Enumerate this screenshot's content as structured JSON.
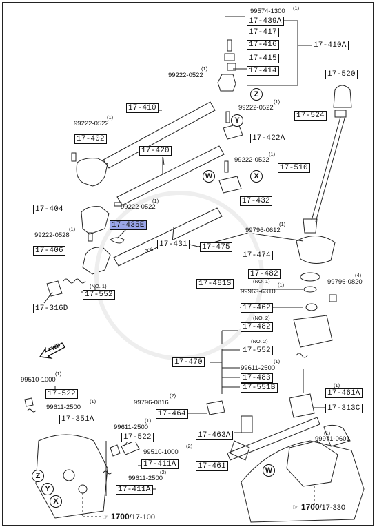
{
  "parts": {
    "p_17_439A": "17-439A",
    "p_17_417": "17-417",
    "p_17_416": "17-416",
    "p_17_415": "17-415",
    "p_17_414": "17-414",
    "p_17_410A": "17-410A",
    "p_17_520": "17-520",
    "p_17_410": "17-410",
    "p_17_524": "17-524",
    "p_17_402": "17-402",
    "p_17_422A": "17-422A",
    "p_17_420": "17-420",
    "p_17_510": "17-510",
    "p_17_432": "17-432",
    "p_17_404": "17-404",
    "p_17_435E": "17-435E",
    "p_17_431": "17-431",
    "p_17_406": "17-406",
    "p_17_475": "17-475",
    "p_17_474": "17-474",
    "p_17_482a": "17-482",
    "p_17_481S": "17-481S",
    "p_17_552a": "17-552",
    "p_17_316D": "17-316D",
    "p_17_462": "17-462",
    "p_17_482b": "17-482",
    "p_17_552b": "17-552",
    "p_17_470": "17-470",
    "p_17_483": "17-483",
    "p_17_551B": "17-551B",
    "p_17_522a": "17-522",
    "p_17_461A": "17-461A",
    "p_17_351A": "17-351A",
    "p_17_464": "17-464",
    "p_17_313C": "17-313C",
    "p_17_522b": "17-522",
    "p_17_463A": "17-463A",
    "p_17_411Aa": "17-411A",
    "p_17_461": "17-461",
    "p_17_411Ab": "17-411A"
  },
  "numbers": {
    "n_99574": "99574-1300",
    "n_99222_top": "99222-0522",
    "n_99222_mid": "99222-0522",
    "n_99222_left": "99222-0522",
    "n_99222_right": "99222-0522",
    "n_99222_fork": "99222-0522",
    "n_99222_0528": "99222-0528",
    "n_99796_0612": "99796-0612",
    "n_99963": "99963-6310",
    "n_99796_0820": "99796-0820",
    "n_99611_a": "99611-2500",
    "n_99510_a": "99510-1000",
    "n_99611_b": "99611-2500",
    "n_99796_0816": "99796-0816",
    "n_99611_c": "99611-2500",
    "n_99510_b": "99510-1000",
    "n_99971": "99971-0601",
    "n_99611_d": "99611-2500"
  },
  "quantities": {
    "q1": "(1)",
    "q2": "(1)",
    "q3": "(1)",
    "q4": "(1)",
    "q5": "(1)",
    "q6": "(1)",
    "q7": "(1)",
    "q8": "(1)",
    "q9": "(1)",
    "q10": "(4)",
    "q11": "(1)",
    "q12": "(1)",
    "q13": "(1)",
    "q14": "(2)",
    "q15": "(1)",
    "q16": "(2)",
    "q17": "(1)",
    "q18": "(1)",
    "q19": "(2)"
  },
  "notes": {
    "no1_a": "(NO. 1)",
    "no1_b": "(NO. 1)",
    "no2_a": "(NO. 2)",
    "no2_b": "(NO. 2)",
    "fwd": "FWD",
    "shaft_mark": "006"
  },
  "circles": {
    "z_top": "Z",
    "y_top": "Y",
    "w_mid": "W",
    "x_mid": "X",
    "z_bot": "Z",
    "y_bot": "Y",
    "x_bot": "X",
    "w_bot": "W"
  },
  "refs": {
    "left_code": "1700",
    "left_sub": "/17-100",
    "right_code": "1700",
    "right_sub": "/17-330"
  }
}
